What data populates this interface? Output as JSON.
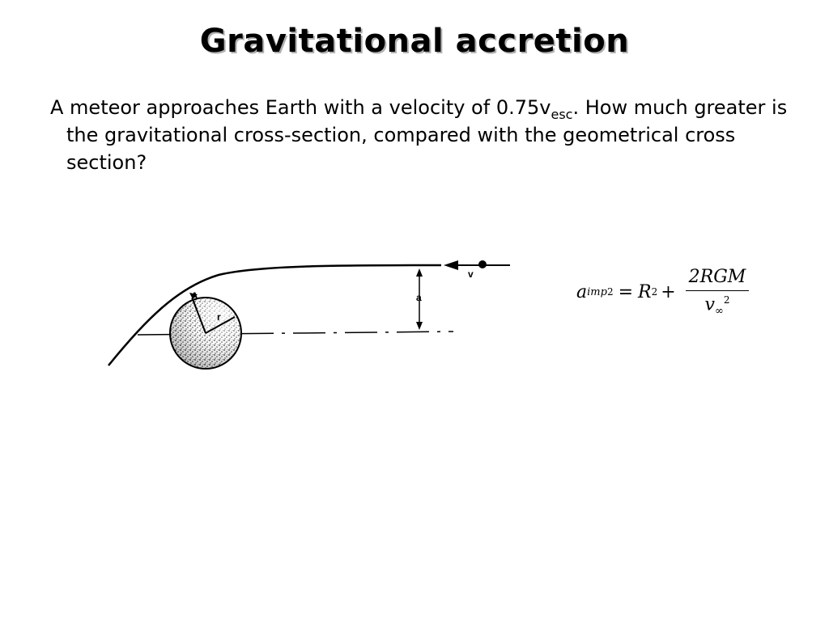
{
  "slide": {
    "title": "Gravitational accretion"
  },
  "question": {
    "text_before": "A meteor approaches Earth with a velocity of 0.75v",
    "subscript": "esc",
    "text_after": ".  How much greater is the gravitational cross-section, compared with the geometrical cross section?"
  },
  "diagram": {
    "labels": {
      "point": "A",
      "radius": "r",
      "offset": "a",
      "velocity": "v"
    }
  },
  "formula": {
    "lhs_symbol": "a",
    "lhs_subscript": "imp",
    "lhs_power": "2",
    "equals": "=",
    "r_symbol": "R",
    "r_power": "2",
    "plus": "+",
    "numerator": "2RGM",
    "den_symbol": "v",
    "den_subscript": "∞",
    "den_power": "2"
  }
}
